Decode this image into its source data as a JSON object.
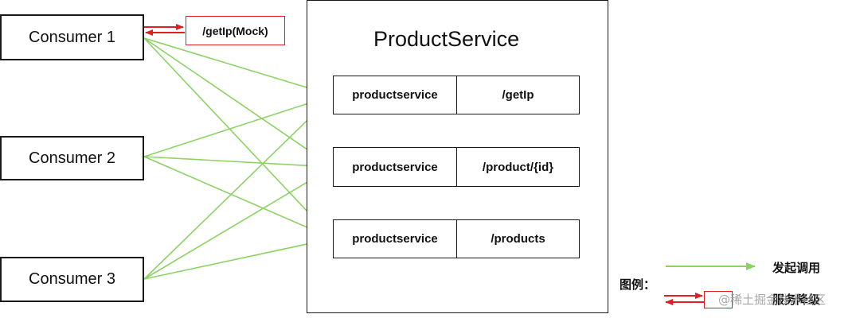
{
  "consumers": [
    "Consumer 1",
    "Consumer 2",
    "Consumer 3"
  ],
  "service": {
    "title": "ProductService",
    "rows": [
      {
        "name": "productservice",
        "path": "/getIp"
      },
      {
        "name": "productservice",
        "path": "/product/{id}"
      },
      {
        "name": "productservice",
        "path": "/products"
      }
    ]
  },
  "mock": {
    "label": "/getIp(Mock)"
  },
  "legend": {
    "title": "图例：",
    "call_label": "发起调用",
    "fallback_label": "服务降级"
  },
  "watermark": "@稀土掘金技术社区",
  "colors": {
    "call": "#8cd264",
    "fallback": "#e02020",
    "border": "#1a1a1a"
  }
}
